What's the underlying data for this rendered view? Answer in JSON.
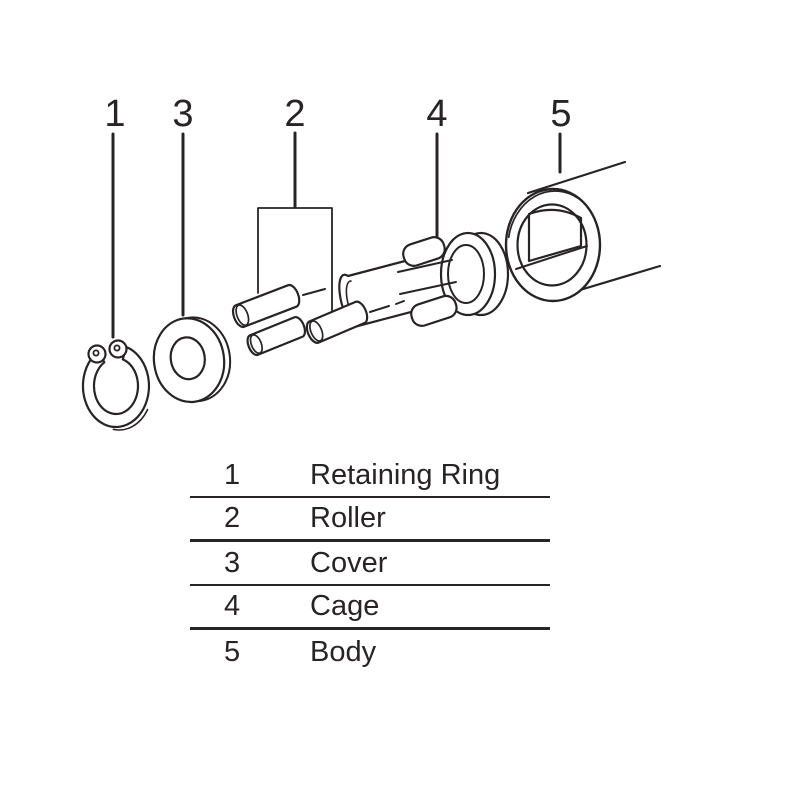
{
  "colors": {
    "ink": "#282425",
    "background": "#ffffff"
  },
  "parts": [
    {
      "num": "1",
      "name": "Retaining Ring"
    },
    {
      "num": "2",
      "name": "Roller"
    },
    {
      "num": "3",
      "name": "Cover"
    },
    {
      "num": "4",
      "name": "Cage"
    },
    {
      "num": "5",
      "name": "Body"
    }
  ],
  "callouts": {
    "order_left_to_right": [
      "1",
      "3",
      "2",
      "4",
      "5"
    ]
  }
}
